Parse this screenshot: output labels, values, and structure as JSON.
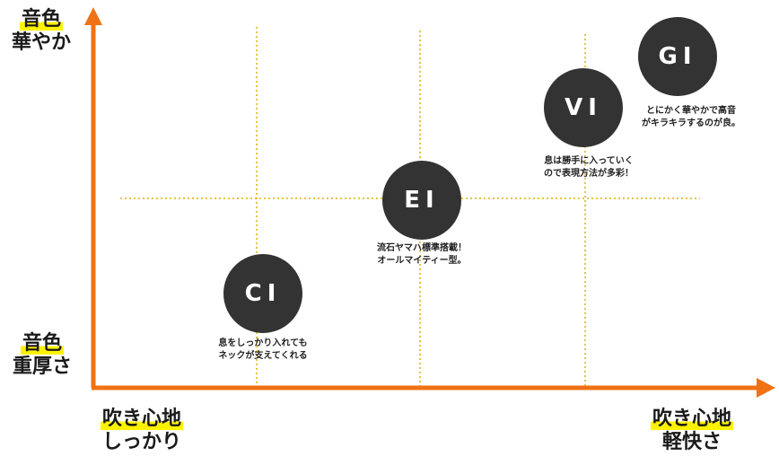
{
  "axes": {
    "y_top": {
      "line1": "音色",
      "line2": "華やか"
    },
    "y_bottom": {
      "line1": "音色",
      "line2": "重厚さ"
    },
    "x_left": {
      "line1": "吹き心地",
      "line2": "しっかり"
    },
    "x_right": {
      "line1": "吹き心地",
      "line2": "軽快さ"
    }
  },
  "colors": {
    "axis": "#f07216",
    "guide": "#e0b000",
    "bubble": "#333333",
    "highlight": "#fff200"
  },
  "items": [
    {
      "label": "CI",
      "desc1": "息をしっかり入れても",
      "desc2": "ネックが支えてくれる"
    },
    {
      "label": "EI",
      "desc1": "流石ヤマハ標準搭載！",
      "desc2": "オールマイティー型。"
    },
    {
      "label": "VI",
      "desc1": "息は勝手に入っていく",
      "desc2": "ので表現方法が多彩！"
    },
    {
      "label": "GI",
      "desc1": "とにかく華やかで高音",
      "desc2": "がキラキラするのが良。"
    }
  ]
}
